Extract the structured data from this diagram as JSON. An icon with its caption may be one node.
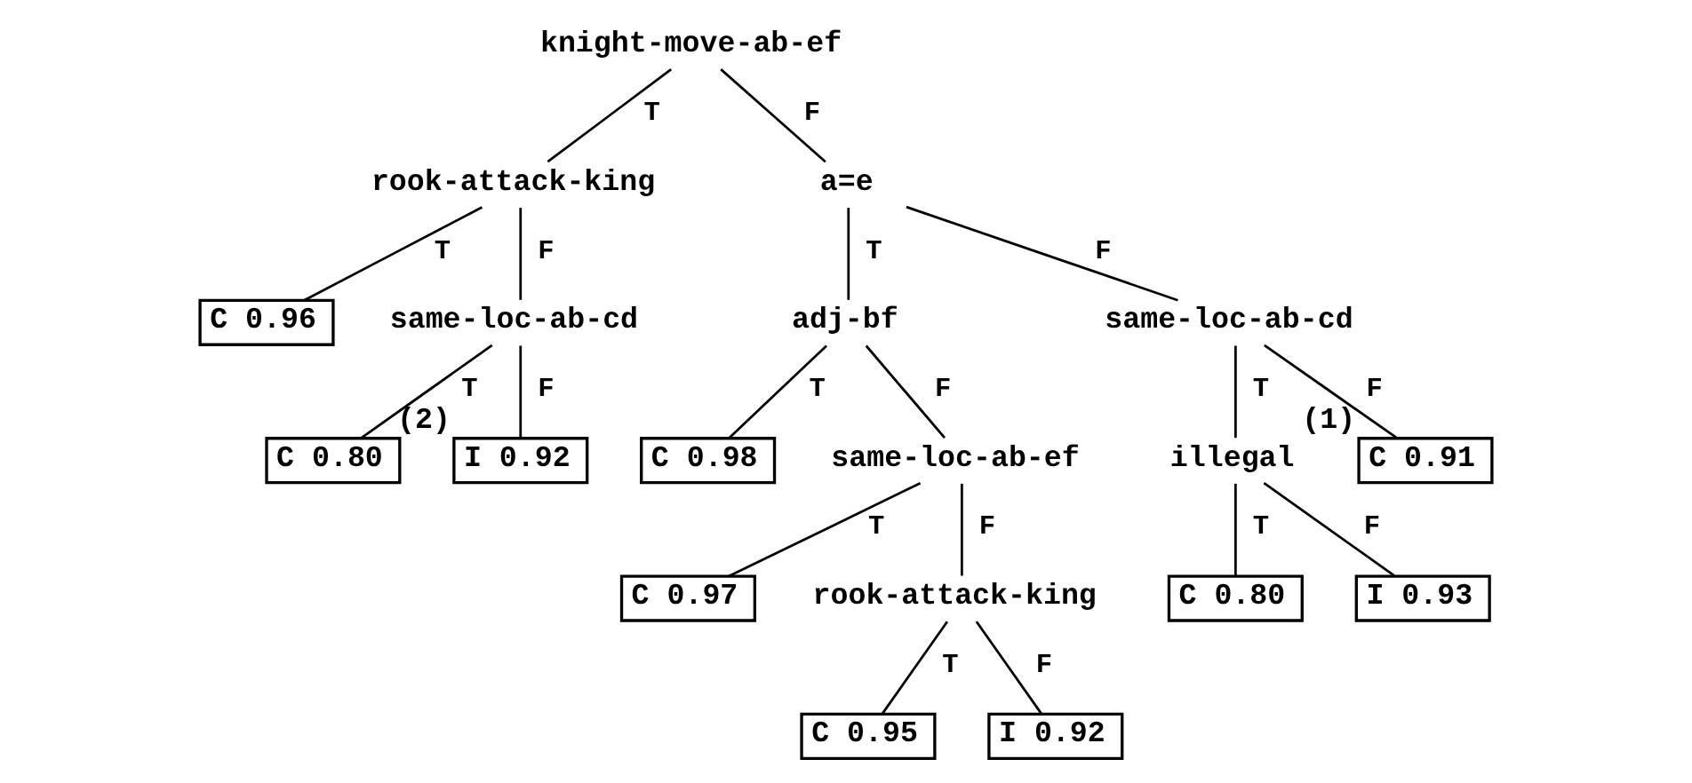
{
  "diagram": {
    "nodes": [
      {
        "text": [
          "knight-move-ab-ef"
        ]
      },
      {
        "text": [
          "rook-attack-king"
        ]
      },
      {
        "text": [
          "C 0.96"
        ]
      },
      {
        "text": [
          "same-loc-ab-cd"
        ]
      },
      {
        "text": [
          "C 0.80"
        ]
      },
      {
        "text": [
          "I 0.92"
        ],
        "beside": [
          "(2)"
        ]
      },
      {
        "text": [
          "a=e"
        ]
      },
      {
        "text": [
          "adj-bf"
        ]
      },
      {
        "text": [
          "C 0.98"
        ]
      },
      {
        "text": [
          "same-loc-ab-ef"
        ]
      },
      {
        "text": [
          "C 0.97"
        ]
      },
      {
        "text": [
          "rook-attack-king"
        ]
      },
      {
        "text": [
          "C 0.95"
        ]
      },
      {
        "text": [
          "I 0.92"
        ]
      },
      {
        "text": [
          "same-loc-ab-cd"
        ]
      },
      {
        "text": [
          "illegal"
        ]
      },
      {
        "text": [
          "C 0.80"
        ]
      },
      {
        "text": [
          "I 0.93"
        ]
      },
      {
        "text": [
          "C 0.91"
        ],
        "beside": [
          "(1)"
        ]
      }
    ],
    "edges": [
      {
        "from": 0,
        "to": 1,
        "arrow": "none",
        "label": "T"
      },
      {
        "from": 0,
        "to": 6,
        "arrow": "none",
        "label": "F"
      },
      {
        "from": 1,
        "to": 2,
        "arrow": "none",
        "label": "T"
      },
      {
        "from": 1,
        "to": 3,
        "arrow": "none",
        "label": "F"
      },
      {
        "from": 3,
        "to": 4,
        "arrow": "none",
        "label": "T"
      },
      {
        "from": 3,
        "to": 5,
        "arrow": "none",
        "label": "F"
      },
      {
        "from": 6,
        "to": 7,
        "arrow": "none",
        "label": "T"
      },
      {
        "from": 6,
        "to": 14,
        "arrow": "none",
        "label": "F"
      },
      {
        "from": 7,
        "to": 8,
        "arrow": "none",
        "label": "T"
      },
      {
        "from": 7,
        "to": 9,
        "arrow": "none",
        "label": "F"
      },
      {
        "from": 9,
        "to": 10,
        "arrow": "none",
        "label": "T"
      },
      {
        "from": 9,
        "to": 11,
        "arrow": "none",
        "label": "F"
      },
      {
        "from": 11,
        "to": 12,
        "arrow": "none",
        "label": "T"
      },
      {
        "from": 11,
        "to": 13,
        "arrow": "none",
        "label": "F"
      },
      {
        "from": 14,
        "to": 15,
        "arrow": "none",
        "label": "T"
      },
      {
        "from": 14,
        "to": 18,
        "arrow": "none",
        "label": "F"
      },
      {
        "from": 15,
        "to": 16,
        "arrow": "none",
        "label": "T"
      },
      {
        "from": 15,
        "to": 17,
        "arrow": "none",
        "label": "F"
      }
    ]
  }
}
